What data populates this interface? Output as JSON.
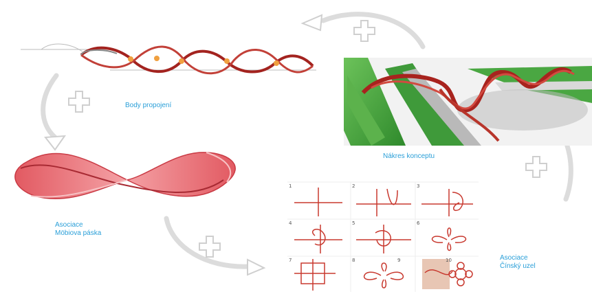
{
  "captions": {
    "connections": "Body propojení",
    "concept_sketch": "Nákres konceptu",
    "association_moebius_title": "Asociace",
    "association_moebius_sub": "Möbiova páska",
    "association_knot_title": "Asociace",
    "association_knot_sub": "Čínský uzel"
  },
  "knot_steps": [
    "1",
    "2",
    "3",
    "4",
    "5",
    "6",
    "7",
    "8",
    "9",
    "10"
  ],
  "colors": {
    "caption_blue": "#2a9fd8",
    "ribbon_red": "#b8352b",
    "ribbon_pink": "#e8626a",
    "grass_green": "#3f9a3a",
    "arrow_gray": "#d6d6d6",
    "joint_orange": "#f0a040"
  },
  "icons": [
    "plus-icon",
    "arrow-head-icon"
  ]
}
